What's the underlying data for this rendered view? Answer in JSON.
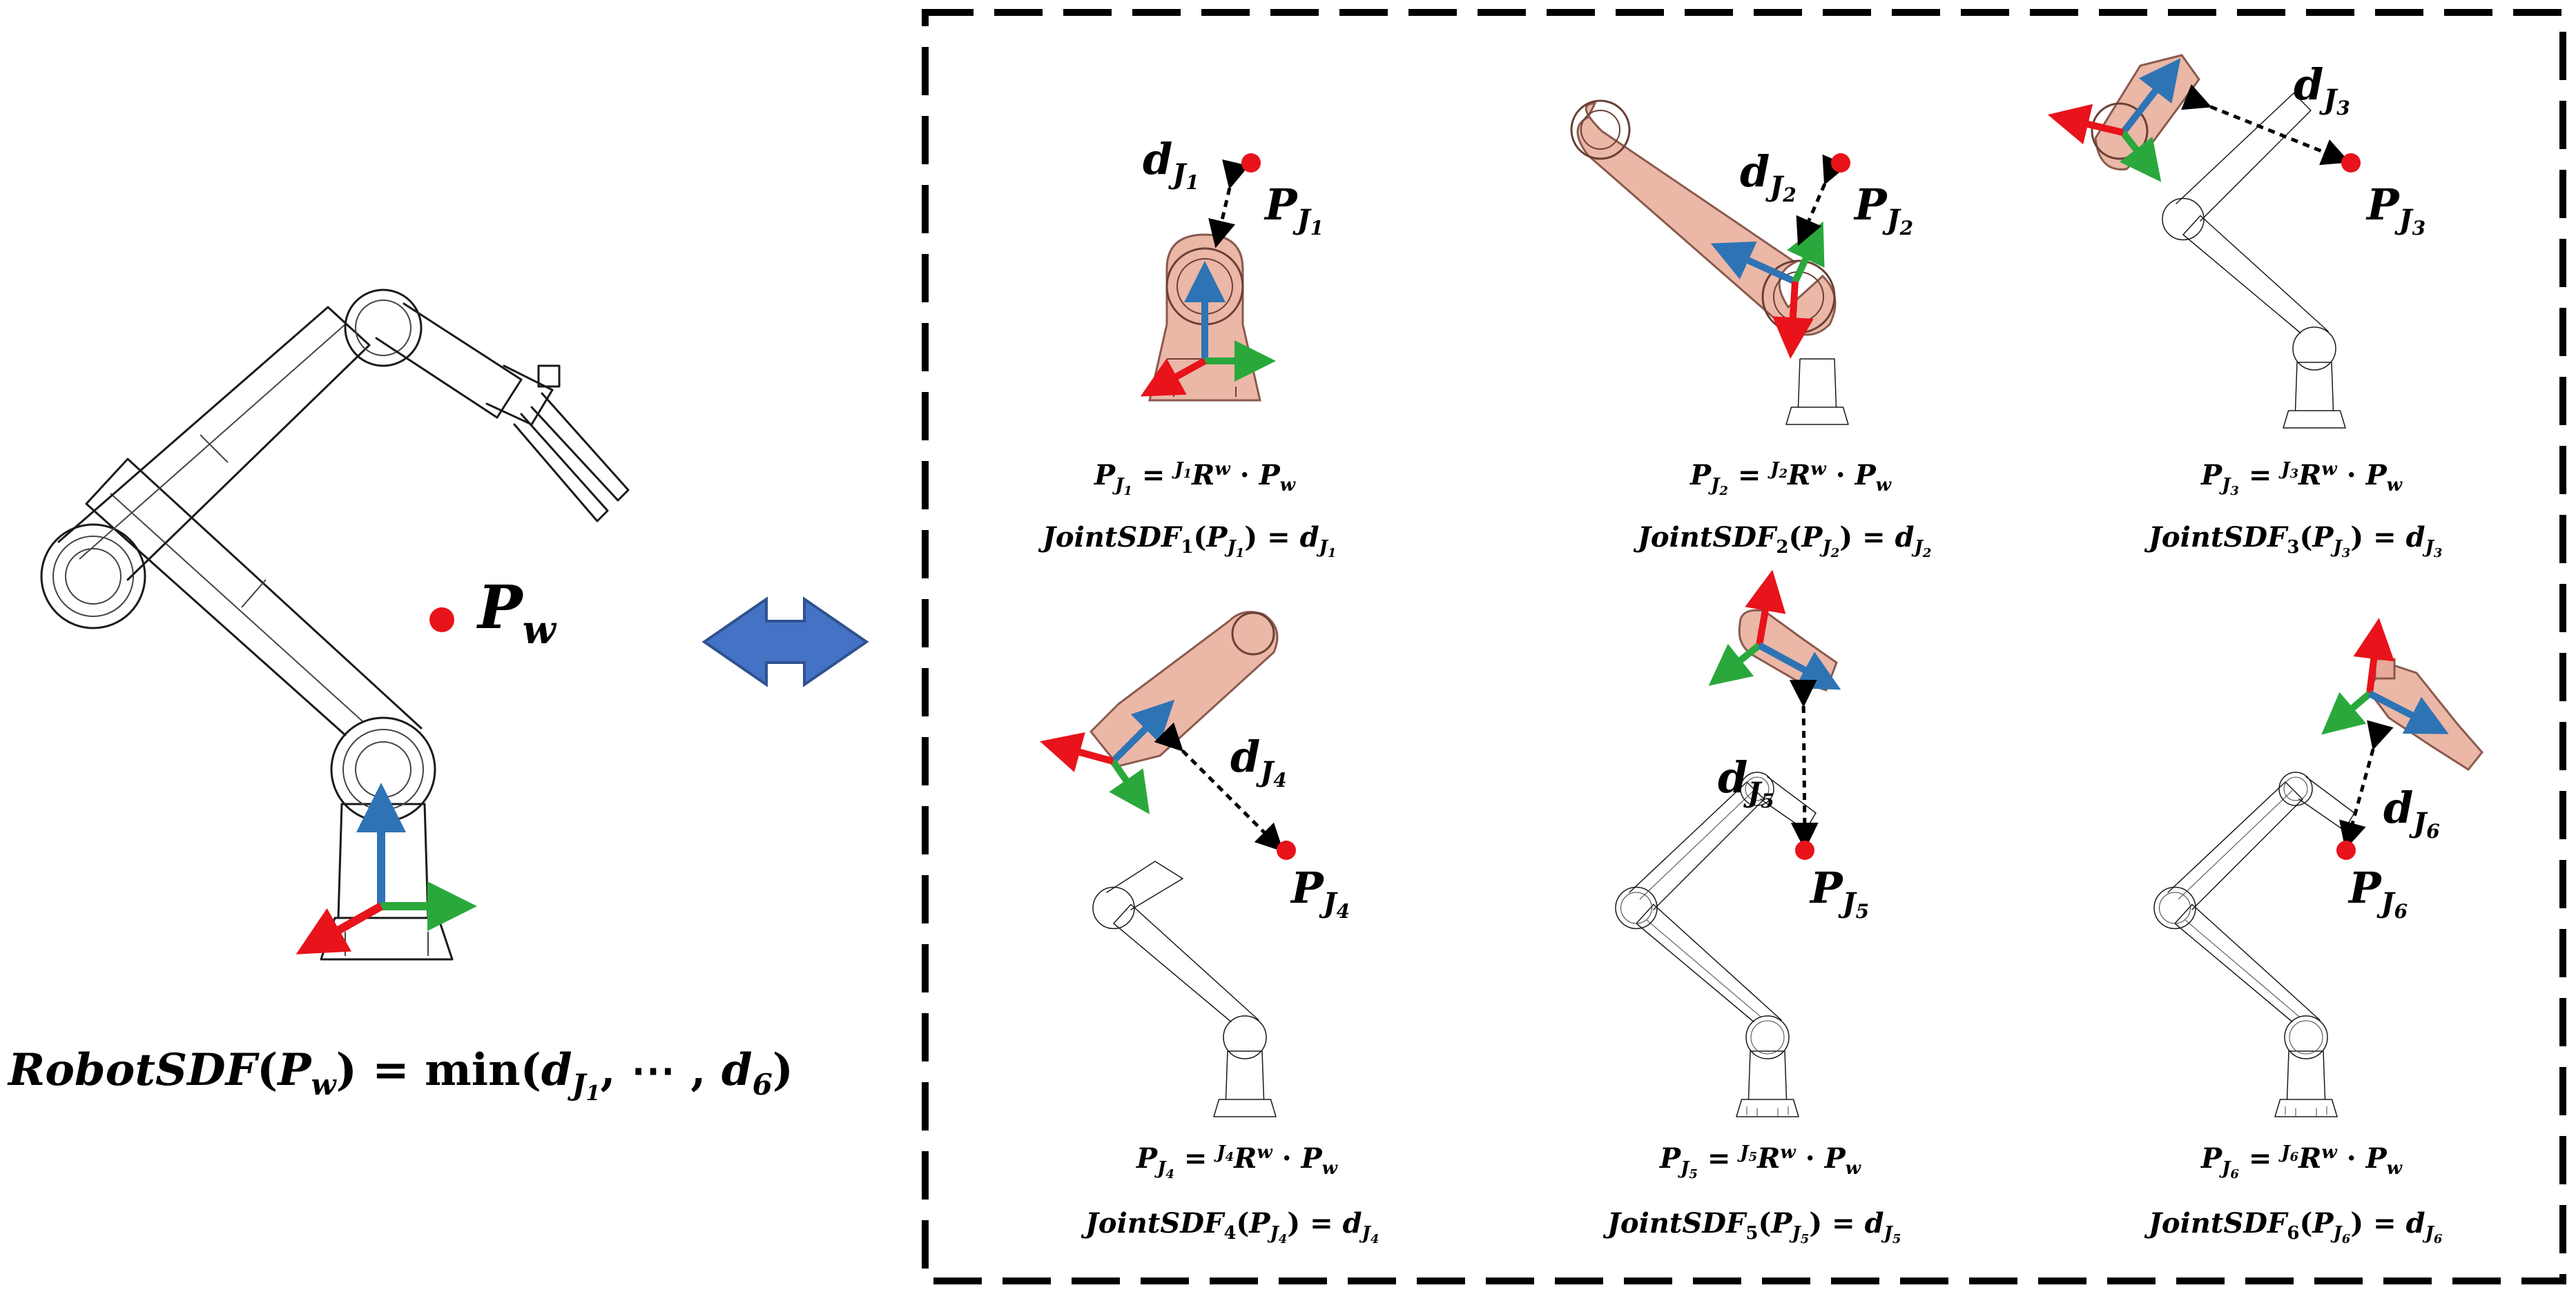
{
  "left": {
    "point_label": "P",
    "point_sub": "w",
    "formula": {
      "lhs": "RobotSDF",
      "arg_open": "(",
      "arg_P": "P",
      "arg_sub": "w",
      "arg_close": ")",
      "eq": " = ",
      "fn": "min",
      "args_open": "(",
      "d": "d",
      "dsub": "J",
      "dsubsub": "1",
      "ellipsis": ", ⋯ , ",
      "d6": "d",
      "d6sub": "6",
      "args_close": ")"
    }
  },
  "colors": {
    "x_axis": "#e8131b",
    "y_axis": "#2aa83c",
    "z_axis": "#2e74b5",
    "point": "#e8131b",
    "highlight": "#e8aa98",
    "arrow": "#4472c4",
    "arrow_stroke": "#2f528f"
  },
  "panels": [
    {
      "joint": "1",
      "d_label": "d",
      "p_label": "P",
      "R": "R",
      "w": "w",
      "dot": "·",
      "jsdf": "JointSDF",
      "eq": "="
    },
    {
      "joint": "2",
      "d_label": "d",
      "p_label": "P",
      "R": "R",
      "w": "w",
      "dot": "·",
      "jsdf": "JointSDF",
      "eq": "="
    },
    {
      "joint": "3",
      "d_label": "d",
      "p_label": "P",
      "R": "R",
      "w": "w",
      "dot": "·",
      "jsdf": "JointSDF",
      "eq": "="
    },
    {
      "joint": "4",
      "d_label": "d",
      "p_label": "P",
      "R": "R",
      "w": "w",
      "dot": "·",
      "jsdf": "JointSDF",
      "eq": "="
    },
    {
      "joint": "5",
      "d_label": "d",
      "p_label": "P",
      "R": "R",
      "w": "w",
      "dot": "·",
      "jsdf": "JointSDF",
      "eq": "="
    },
    {
      "joint": "6",
      "d_label": "d",
      "p_label": "P",
      "R": "R",
      "w": "w",
      "dot": "·",
      "jsdf": "JointSDF",
      "eq": "="
    }
  ]
}
